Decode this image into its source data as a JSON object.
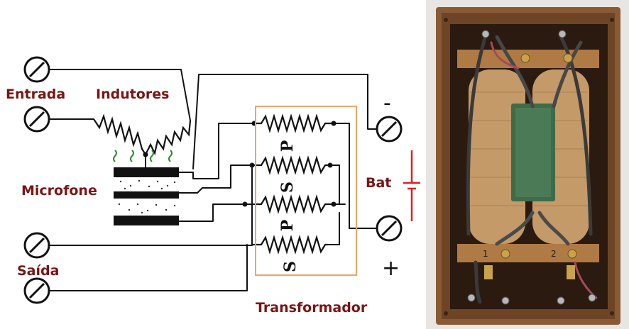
{
  "diagram": {
    "labels": {
      "entrada": "Entrada",
      "indutores": "Indutores",
      "microfone": "Microfone",
      "saida": "Saída",
      "bat": "Bat",
      "transformador": "Transformador",
      "minus": "-",
      "plus": "+"
    },
    "coil_letters": {
      "c1": "P",
      "c2": "S",
      "c3": "P",
      "c4": "S"
    },
    "colors": {
      "label": "#7b1414",
      "transformer_box": "#f0a468",
      "battery": "#e02020",
      "sound_waves": "#2e8b2e",
      "ink": "#111111"
    }
  },
  "photo": {
    "terminal_numbers": {
      "t1": "1",
      "t2": "2"
    }
  }
}
